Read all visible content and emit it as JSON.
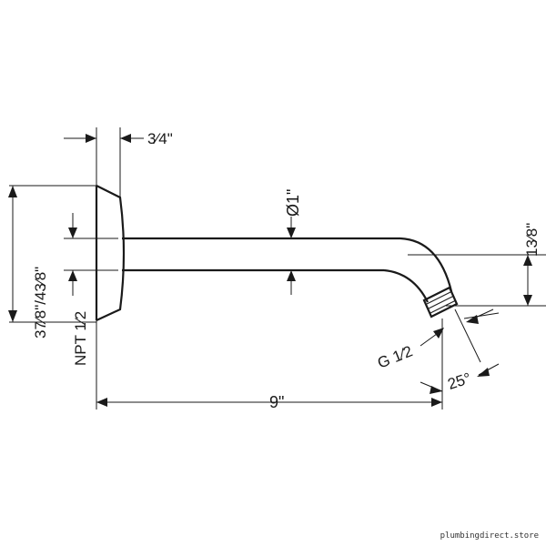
{
  "drawing": {
    "dims": {
      "wall_flange_depth": "3⁄4\"",
      "outlet_diameter": "Ø1\"",
      "total_height": "37⁄8\"/43⁄8\"",
      "npt_thread": "NPT 1⁄2",
      "drop_height": "13⁄8\"",
      "outlet_thread": "G 1⁄2",
      "arm_length": "9\"",
      "angle": "25°"
    }
  },
  "watermark": "plumbingdirect.store",
  "colors": {
    "line": "#1a1a1a",
    "background": "#ffffff"
  }
}
